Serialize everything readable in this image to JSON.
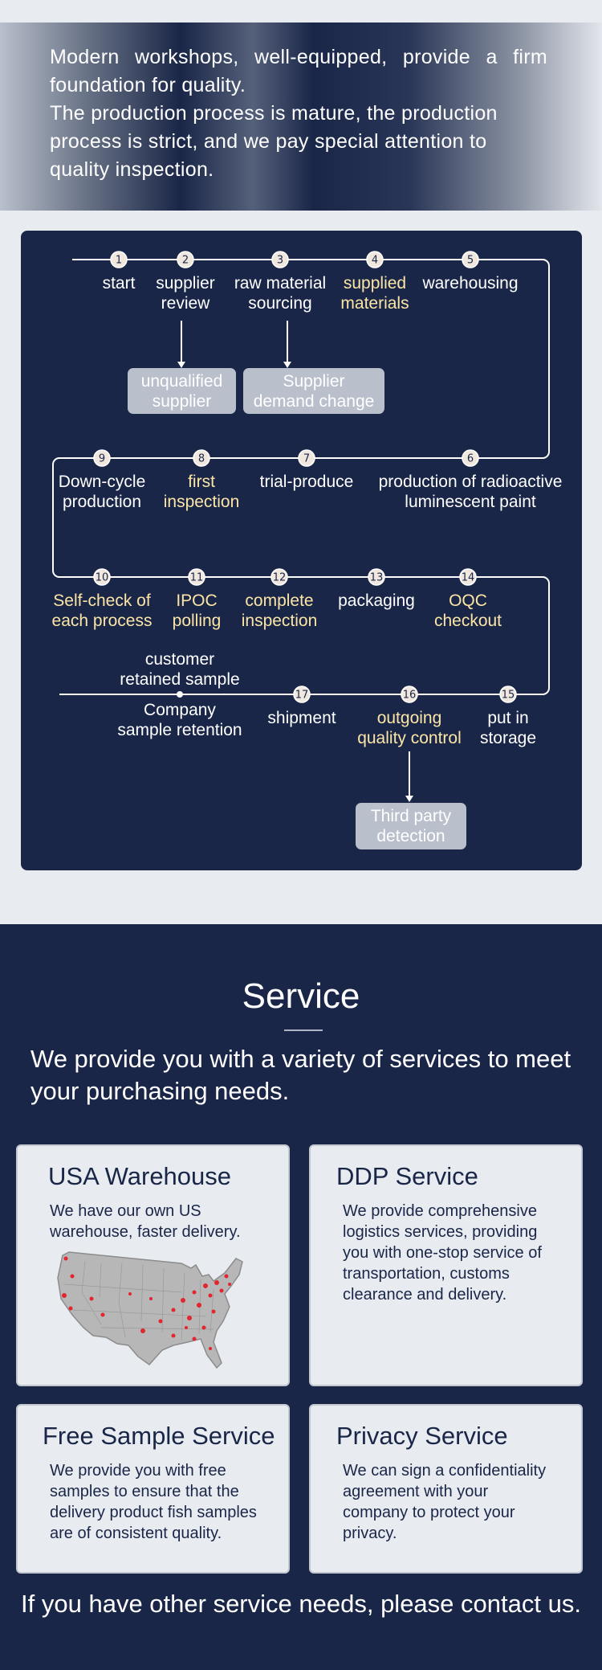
{
  "intro": {
    "paragraph_1": "Modern workshops, well-equipped, provide a firm foundation for quality.",
    "paragraph_2": "The production process is mature, the production process is strict, and we pay special attention to quality inspection."
  },
  "process": {
    "steps": [
      {
        "number": "1",
        "label_lines": [
          "start"
        ]
      },
      {
        "number": "2",
        "label_lines": [
          "supplier",
          "review"
        ]
      },
      {
        "number": "3",
        "label_lines": [
          "raw material",
          "sourcing"
        ]
      },
      {
        "number": "4",
        "label_lines": [
          "supplied",
          "materials"
        ]
      },
      {
        "number": "5",
        "label_lines": [
          "warehousing"
        ]
      },
      {
        "number": "6",
        "label_lines": [
          "production of radioactive",
          "luminescent paint"
        ]
      },
      {
        "number": "7",
        "label_lines": [
          "trial-produce"
        ]
      },
      {
        "number": "8",
        "label_lines": [
          "first",
          "inspection"
        ]
      },
      {
        "number": "9",
        "label_lines": [
          "Down-cycle",
          "production"
        ]
      },
      {
        "number": "10",
        "label_lines": [
          "Self-check of",
          "each process"
        ]
      },
      {
        "number": "11",
        "label_lines": [
          "IPOC",
          "polling"
        ]
      },
      {
        "number": "12",
        "label_lines": [
          "complete",
          "inspection"
        ]
      },
      {
        "number": "13",
        "label_lines": [
          "packaging"
        ]
      },
      {
        "number": "14",
        "label_lines": [
          "OQC",
          "checkout"
        ]
      },
      {
        "number": "15",
        "label_lines": [
          "put in",
          "storage"
        ]
      },
      {
        "number": "16",
        "label_lines": [
          "outgoing",
          "quality control"
        ]
      },
      {
        "number": "17",
        "label_lines": [
          "shipment"
        ]
      }
    ],
    "sample_branch": {
      "upper_lines": [
        "customer",
        "retained sample"
      ],
      "lower_lines": [
        "Company",
        "sample retention"
      ]
    },
    "boxes": {
      "unqualified_supplier": [
        "unqualified",
        "supplier"
      ],
      "supplier_demand_change": [
        "Supplier",
        "demand change"
      ],
      "third_party_detection": [
        "Third party",
        "detection"
      ]
    },
    "colors": {
      "panel": "#1a2648",
      "highlight_text": "#fbe5a6",
      "node_fill": "#f0e8de",
      "box": "#b9bfcb"
    }
  },
  "service": {
    "title": "Service",
    "subtitle": "We provide you with a variety of services to meet your purchasing needs.",
    "cards": [
      {
        "title": "USA Warehouse",
        "text": "We have our own US warehouse, faster delivery.",
        "image": "us-map-illustration"
      },
      {
        "title": "DDP Service",
        "text": "We provide comprehensive logistics services, providing you with one-stop service of transportation, customs clearance and delivery."
      },
      {
        "title": "Free Sample Service",
        "text": "We provide you with free samples to ensure that the delivery product fish samples are of consistent quality."
      },
      {
        "title": "Privacy Service",
        "text": "We can sign a confidentiality agreement with your company to protect your privacy."
      }
    ],
    "footer": "If you have other service needs, please contact us."
  }
}
